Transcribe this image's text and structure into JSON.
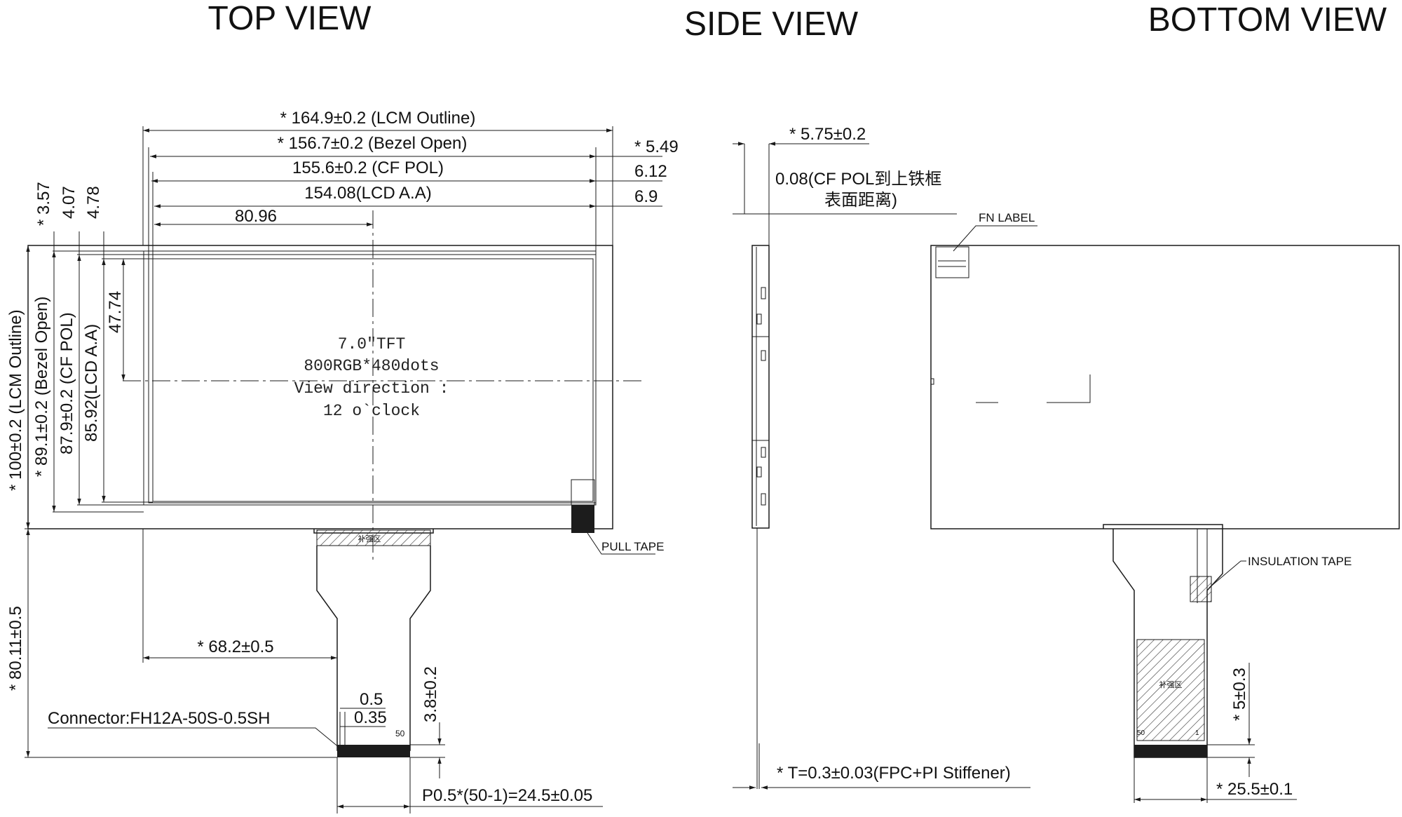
{
  "titles": {
    "top": "TOP VIEW",
    "side": "SIDE VIEW",
    "bottom": "BOTTOM VIEW"
  },
  "top_view": {
    "dims_horizontal": {
      "lcm_outline": "* 164.9±0.2 (LCM Outline)",
      "bezel_open": "* 156.7±0.2 (Bezel Open)",
      "cf_pol": "155.6±0.2 (CF POL)",
      "lcd_aa": "154.08(LCD A.A)",
      "center": "80.96"
    },
    "dims_right": {
      "d1": "* 5.49",
      "d2": "6.12",
      "d3": "6.9"
    },
    "dims_vertical_top": {
      "d1": "* 3.57",
      "d2": "4.07",
      "d3": "4.78"
    },
    "dims_vertical": {
      "lcm_outline": "* 100±0.2 (LCM Outline)",
      "bezel_open": "* 89.1±0.2 (Bezel Open)",
      "cf_pol": "87.9±0.2 (CF POL)",
      "lcd_aa": "85.92(LCD A.A)",
      "center": "47.74"
    },
    "panel_text": {
      "line1": "7.0\"TFT",
      "line2": "800RGB*480dots",
      "line3": "View direction :",
      "line4": "12 o`clock"
    },
    "pull_tape": "PULL TAPE",
    "fpc_length": "* 80.11±0.5",
    "fpc_offset": "* 68.2±0.5",
    "pitch_05": "0.5",
    "pitch_035": "0.35",
    "stiffener": "3.8±0.2",
    "connector": "Connector:FH12A-50S-0.5SH",
    "pin_50": "50",
    "pitch_total": "P0.5*(50-1)=24.5±0.05",
    "fpc_marker": "补强区"
  },
  "side_view": {
    "thickness": "* 5.75±0.2",
    "pol_gap_line1": "0.08(CF POL到上铁框",
    "pol_gap_line2": "表面距离)",
    "fpc_thickness": "* T=0.3±0.03(FPC+PI Stiffener)"
  },
  "bottom_view": {
    "fn_label": "FN LABEL",
    "insulation_tape": "INSULATION TAPE",
    "stiffener_len": "* 5±0.3",
    "connector_width": "* 25.5±0.1",
    "pin_50": "50",
    "pin_1": "1",
    "fpc_marker": "补强区"
  }
}
